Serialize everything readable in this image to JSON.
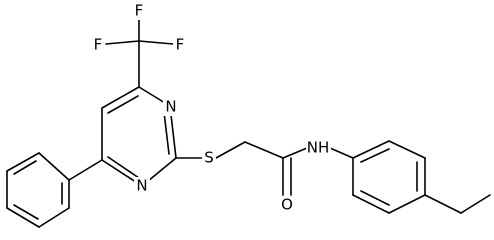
{
  "molecule": {
    "atoms": {
      "F": "F",
      "N": "N",
      "S": "S",
      "O": "O",
      "NH": "NH"
    },
    "colors": {
      "bond": "#000000",
      "label": "#000000",
      "background": "#ffffff"
    }
  }
}
